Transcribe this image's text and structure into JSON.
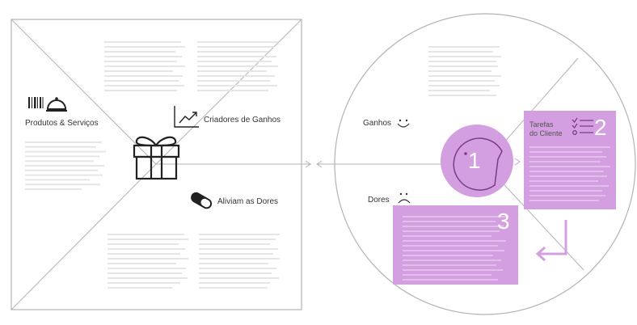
{
  "value_map": {
    "products_services": "Produtos & Serviços",
    "gain_creators": "Criadores de Ganhos",
    "pain_relievers": "Aliviam as Dores"
  },
  "customer_profile": {
    "gains": "Ganhos",
    "pains": "Dores",
    "jobs_line1": "Tarefas",
    "jobs_line2": "do Cliente",
    "step_1": "1",
    "step_2": "2",
    "step_3": "3"
  },
  "colors": {
    "accent_fill": "#d39fe0",
    "accent_dark": "#7a3d8a",
    "outline": "#b3b3b3",
    "placeholder_lines": "#e6e6e6"
  },
  "icons": {
    "products": "barcode-cloche-icon",
    "center": "gift-icon",
    "gains": "chart-up-icon",
    "pains": "pill-icon",
    "gains_face": "smile-icon",
    "pains_face": "frown-icon",
    "jobs": "checklist-icon"
  }
}
